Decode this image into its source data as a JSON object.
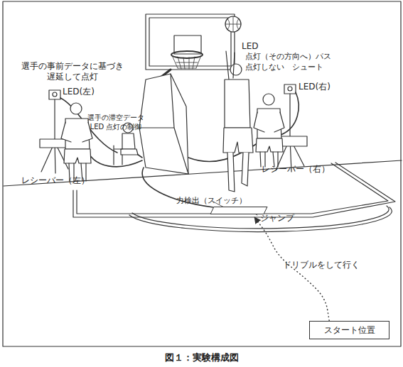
{
  "diagram": {
    "caption": "図１：実験構成図",
    "nodes": [
      {
        "text": [
          "力検出（スイッチ）"
        ]
      },
      {
        "text": [
          "スタート位置"
        ]
      }
    ],
    "edges": [
      {
        "from": 1,
        "to": 0,
        "arrow": "to",
        "label": "ドリブルをして行く"
      }
    ],
    "labels": [
      "選手の事前データに基づき 遅延して点灯",
      "LED(左)",
      "選手の滞空データ LED 点灯の制御",
      "LED",
      "点灯（その方向へ）パス",
      "点灯しない　シュート",
      "LED(右)",
      "レシーバー（左）",
      "レシーバー（右）",
      "ジャンプ"
    ]
  }
}
